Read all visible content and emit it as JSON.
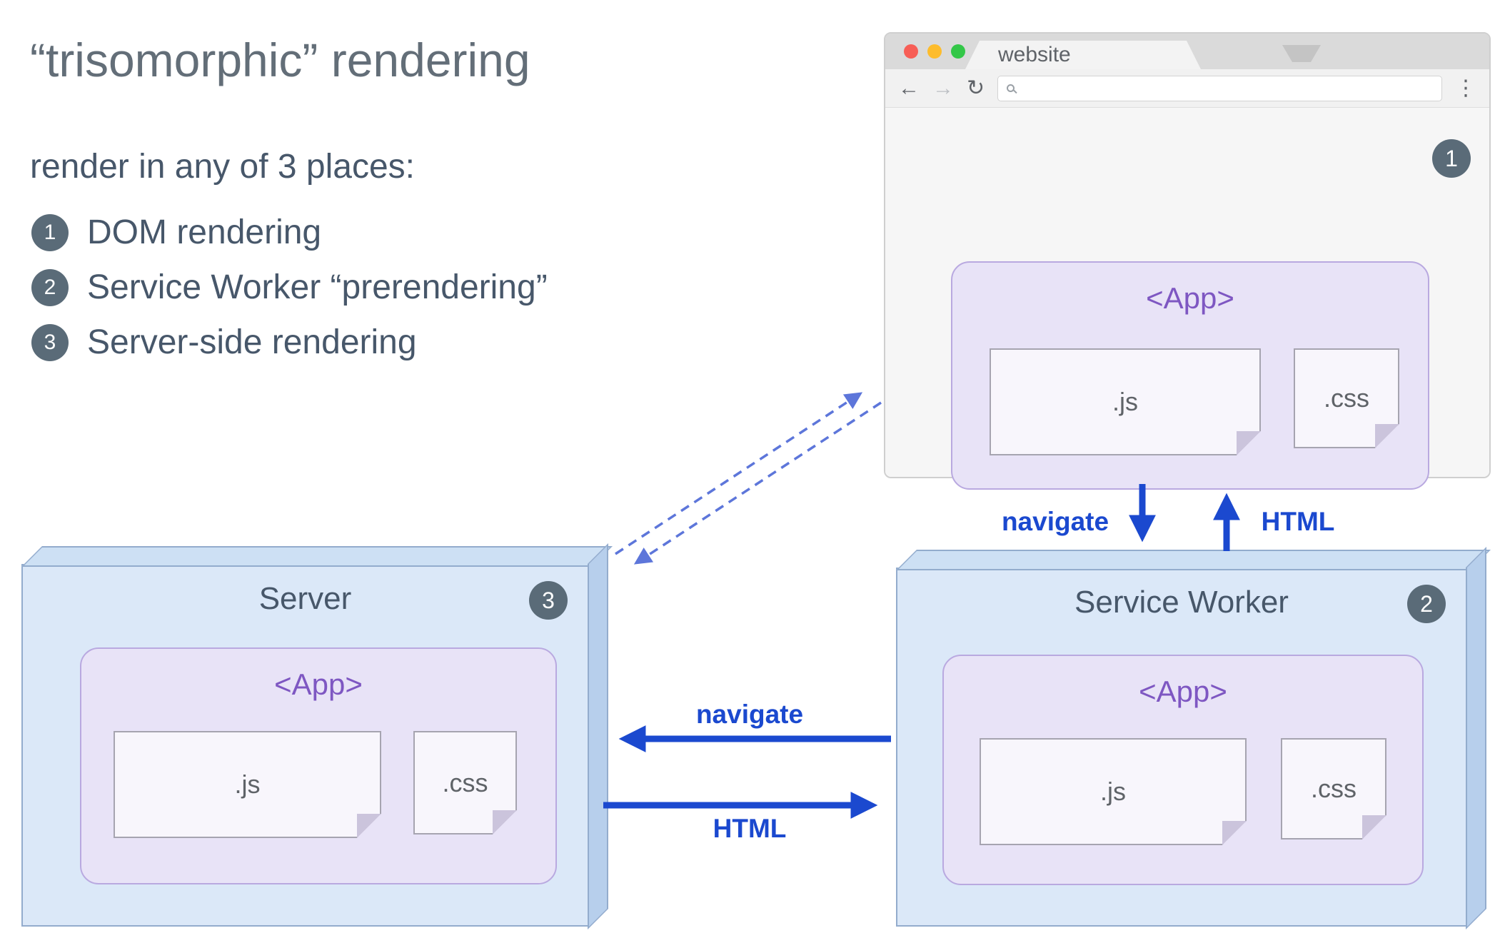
{
  "slide": {
    "title": "“trisomorphic” rendering",
    "subtitle": "render in any of 3 places:",
    "list": [
      {
        "num": "1",
        "label": "DOM rendering"
      },
      {
        "num": "2",
        "label": "Service Worker “prerendering”"
      },
      {
        "num": "3",
        "label": "Server-side rendering"
      }
    ]
  },
  "browser": {
    "tab_title": "website",
    "badge": "1",
    "app_label": "<App>",
    "js_label": ".js",
    "css_label": ".css"
  },
  "server": {
    "title": "Server",
    "badge": "3",
    "app_label": "<App>",
    "js_label": ".js",
    "css_label": ".css"
  },
  "service_worker": {
    "title": "Service Worker",
    "badge": "2",
    "app_label": "<App>",
    "js_label": ".js",
    "css_label": ".css"
  },
  "arrows": {
    "browser_sw_request": "navigate",
    "browser_sw_response": "HTML",
    "sw_server_request": "navigate",
    "sw_server_response": "HTML"
  },
  "colors": {
    "arrow_blue": "#1b49cf",
    "dashed_blue": "#5d76da",
    "accent_purple": "#7e57c2",
    "app_box_fill": "#e8e3f7",
    "box_blue_fill": "#dbe8f8",
    "badge_gray": "#5a6b78"
  }
}
